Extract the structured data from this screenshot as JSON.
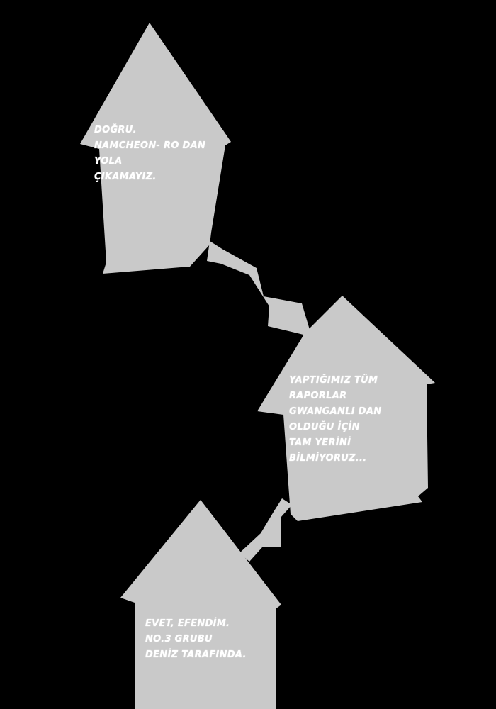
{
  "colors": {
    "background": "#000000",
    "bubble": "#c9c9c9",
    "text": "#ffffff"
  },
  "bubbles": [
    {
      "lines": [
        "DOĞRU.",
        "NAMCHEON- RO DAN",
        "YOLA",
        "ÇIKAMAYIZ."
      ]
    },
    {
      "lines": [
        "YAPTIĞIMIZ TÜM",
        "RAPORLAR",
        "GWANGANLI DAN",
        "OLDUĞU İÇİN",
        "TAM YERİNİ",
        "BİLMİYORUZ..."
      ]
    },
    {
      "lines": [
        "EVET, EFENDİM.",
        "NO.3 GRUBU",
        "DENİZ TARAFINDA."
      ]
    }
  ]
}
